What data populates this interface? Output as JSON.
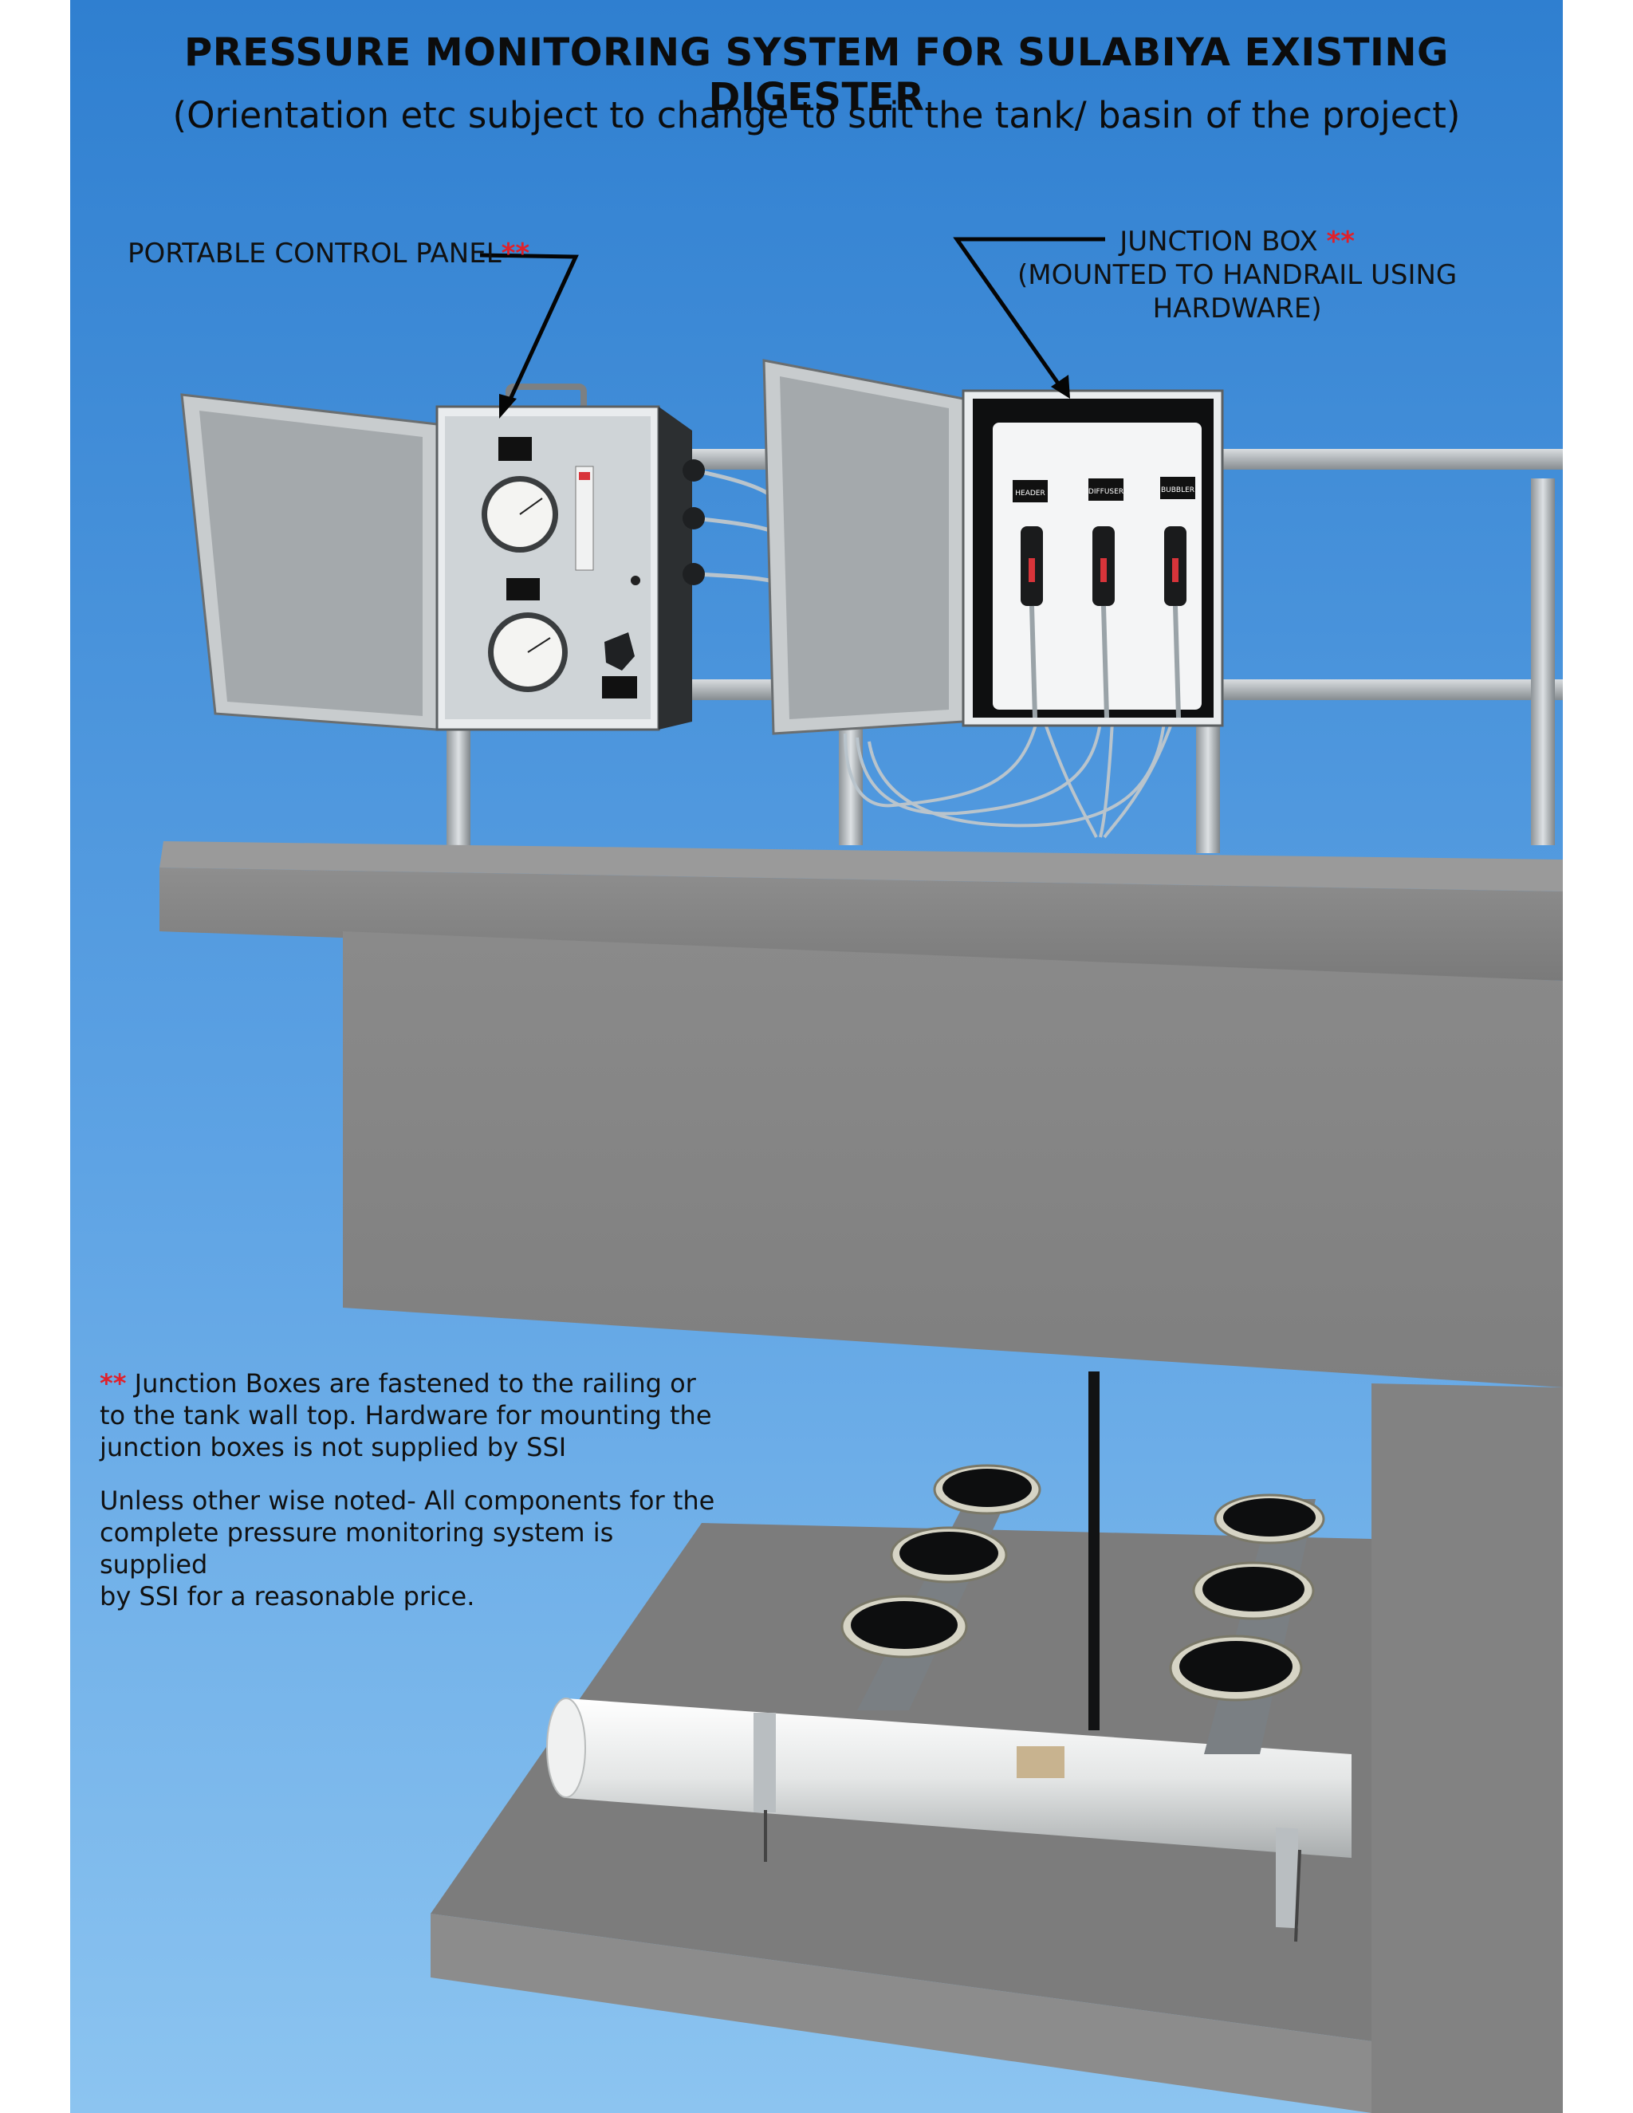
{
  "title": "PRESSURE MONITORING SYSTEM FOR SULABIYA EXISTING DIGESTER",
  "subtitle": "(Orientation etc subject to change to suit the tank/ basin of the project)",
  "callouts": {
    "control_panel": {
      "text": "PORTABLE CONTROL PANEL",
      "mark": "**"
    },
    "junction_box": {
      "line1": "JUNCTION BOX",
      "mark": "**",
      "line2": "(MOUNTED TO  HANDRAIL USING",
      "line3": "HARDWARE)"
    }
  },
  "junction_box_tags": [
    "HEADER",
    "DIFFUSER",
    "BUBBLER"
  ],
  "notes": {
    "mark": "**",
    "note1_line1": "Junction Boxes are fastened to the railing or",
    "note1_line2": "to the tank wall top. Hardware for mounting the",
    "note1_line3": "junction boxes is not supplied by SSI",
    "note2_line1": "Unless other wise noted- All components for the",
    "note2_line2": "complete pressure monitoring system is supplied",
    "note2_line3": "by SSI for a reasonable price."
  },
  "colors": {
    "sky_top": "#2f7fd0",
    "sky_bottom": "#86c0ef",
    "concrete": "#8a8a8a",
    "accent_red": "#e0202a"
  }
}
